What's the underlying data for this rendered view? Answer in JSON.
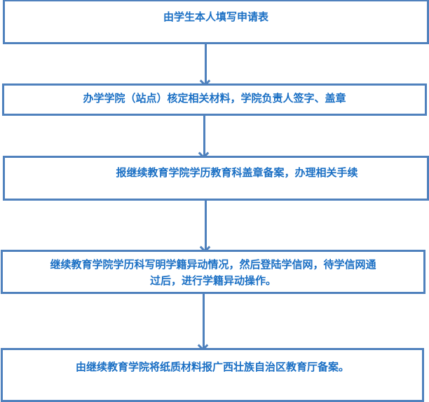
{
  "flowchart": {
    "steps": [
      {
        "label": "由学生本人填写申请表"
      },
      {
        "label": "办学学院（站点）核定相关材料，学院负责人签字、盖章"
      },
      {
        "label": "报继续教育学院学历教育科盖章备案，办理相关手续"
      },
      {
        "label_line1": "继续教育学院学历科写明学籍异动情况，然后登陆学信网，待学信网通",
        "label_line2": "过后，进行学籍异动操作。"
      },
      {
        "label": "由继续教育学院将纸质材料报广西壮族自治区教育厅备案。"
      }
    ],
    "colors": {
      "border": "#4f81bd",
      "text": "#1a6fc4",
      "arrow": "#4f81bd"
    }
  }
}
